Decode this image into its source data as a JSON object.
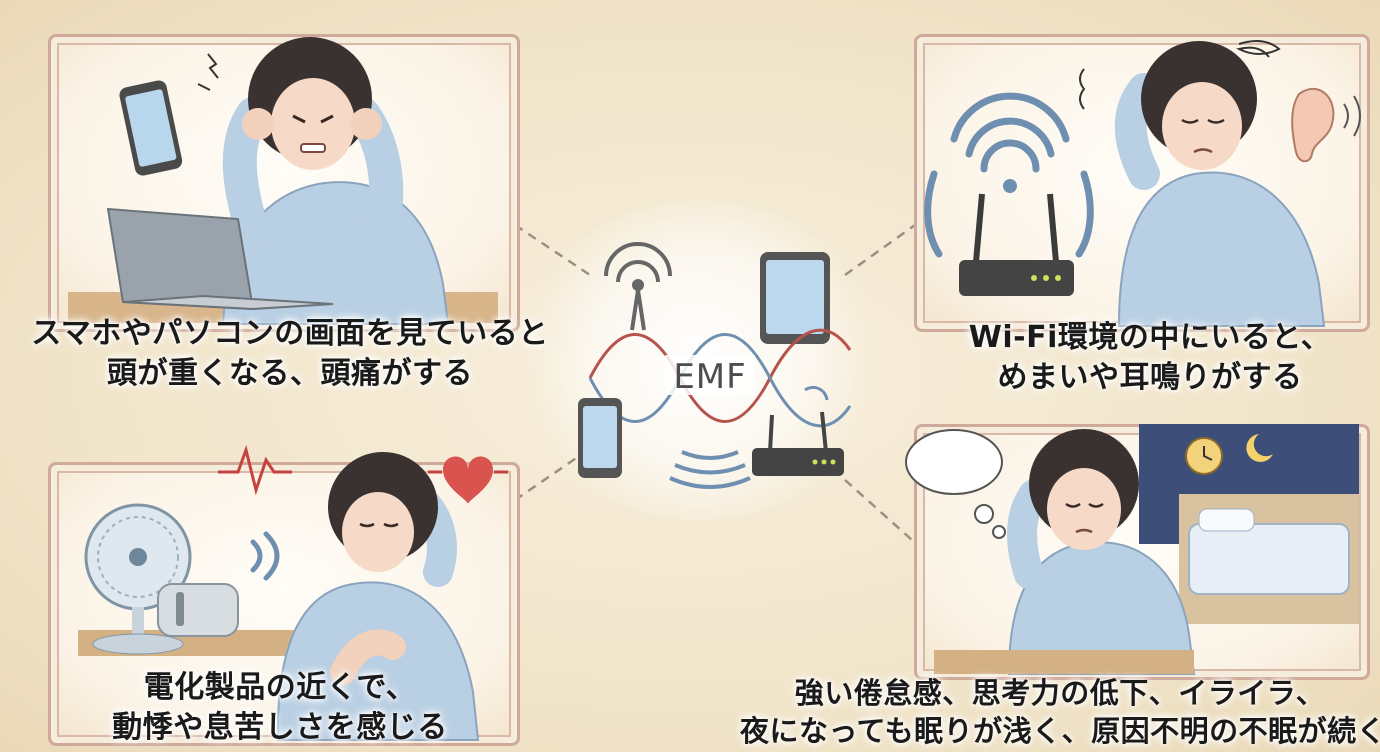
{
  "center": {
    "label": "EMF"
  },
  "panels": {
    "top_left": {
      "lines": [
        "スマホやパソコンの画面を見ていると",
        "頭が重くなる、頭痛がする"
      ]
    },
    "top_right": {
      "lines": [
        "Wi-Fi環境の中にいると、",
        "めまいや耳鳴りがする"
      ]
    },
    "bottom_left": {
      "lines": [
        "電化製品の近くで、",
        "動悸や息苦しさを感じる"
      ]
    },
    "bottom_right": {
      "lines": [
        "強い倦怠感、思考力の低下、イライラ、",
        "夜になっても眠りが浅く、原因不明の不眠が続く"
      ]
    }
  },
  "colors": {
    "frame": "#cfa99a",
    "sweater": "#b9cfe3",
    "hair": "#3a3230",
    "wave_red": "#b5534c",
    "wave_blue": "#6f8fb0"
  }
}
